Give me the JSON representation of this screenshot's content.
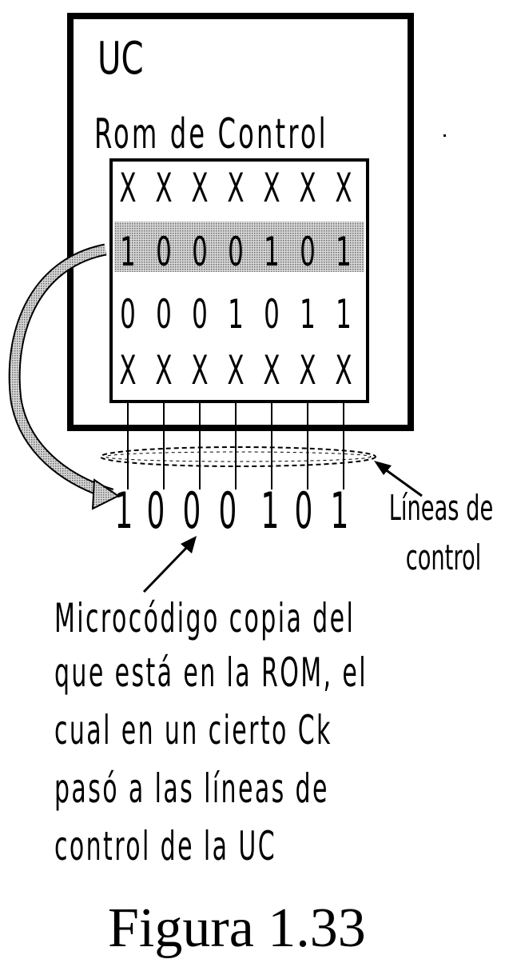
{
  "unit": {
    "label": "UC",
    "rom_label": "Rom de Control"
  },
  "rom_rows": [
    {
      "bits": [
        "X",
        "X",
        "X",
        "X",
        "X",
        "X",
        "X"
      ],
      "highlighted": false
    },
    {
      "bits": [
        "1",
        "0",
        "0",
        "0",
        "1",
        "0",
        "1"
      ],
      "highlighted": true
    },
    {
      "bits": [
        "0",
        "0",
        "0",
        "1",
        "0",
        "1",
        "1"
      ],
      "highlighted": false
    },
    {
      "bits": [
        "X",
        "X",
        "X",
        "X",
        "X",
        "X",
        "X"
      ],
      "highlighted": false
    }
  ],
  "output_bits": [
    "1",
    "0",
    "0",
    "0",
    "1",
    "0",
    "1"
  ],
  "control_lines_label": [
    "Líneas de",
    "control"
  ],
  "caption_lines": [
    "Microcódigo copia del",
    "que está en la ROM, el",
    "cual en un cierto Ck",
    "pasó a las líneas de",
    "control de la UC"
  ],
  "figure_label": "Figura 1.33",
  "colors": {
    "ink": "#000000",
    "highlight": "#b0b0b0",
    "arrow_fill": "#8a8a8a"
  }
}
